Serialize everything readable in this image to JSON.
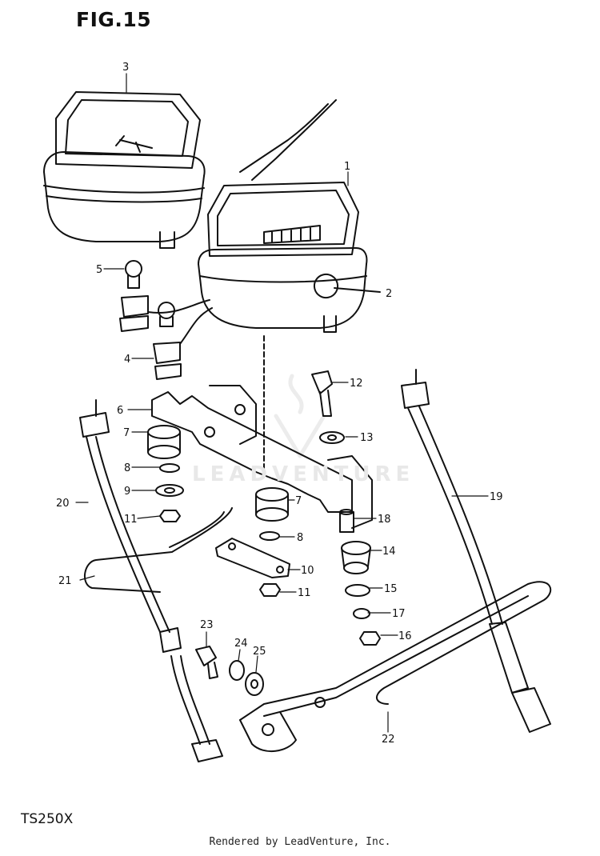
{
  "figure_title": "FIG.15",
  "model": "TS250X",
  "credit": "Rendered by LeadVenture, Inc.",
  "watermark": "LEADVENTURE",
  "callouts": [
    "1",
    "2",
    "3",
    "4",
    "5",
    "6",
    "7",
    "7",
    "8",
    "8",
    "9",
    "10",
    "11",
    "11",
    "12",
    "13",
    "14",
    "15",
    "16",
    "17",
    "18",
    "19",
    "20",
    "21",
    "22",
    "23",
    "24",
    "25"
  ]
}
